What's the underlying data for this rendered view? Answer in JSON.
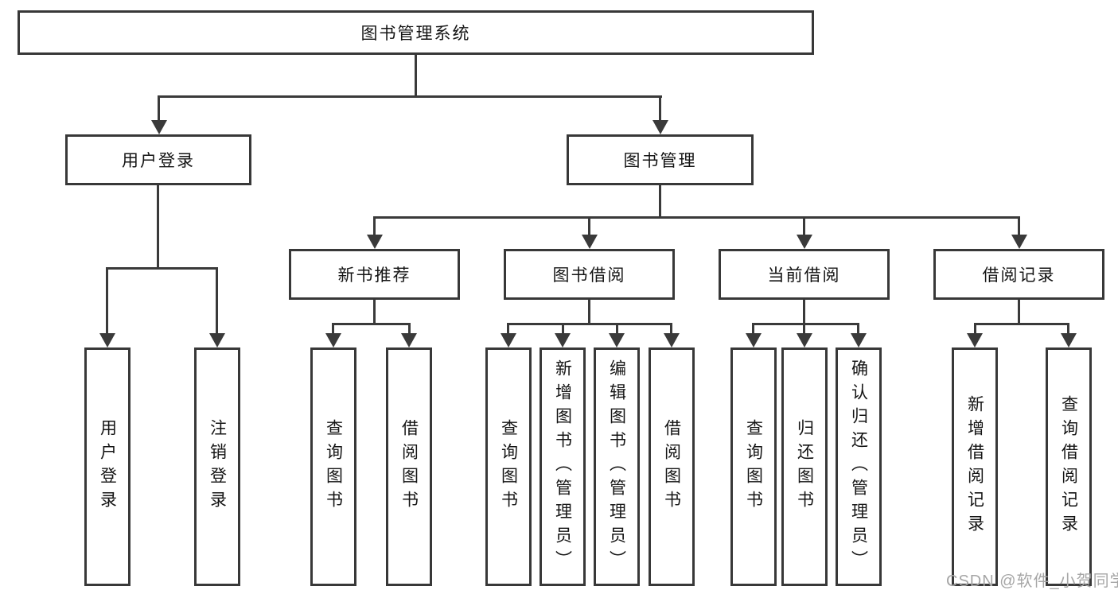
{
  "root": {
    "label": "图书管理系统"
  },
  "branches": [
    {
      "label": "用户登录"
    },
    {
      "label": "图书管理"
    }
  ],
  "groups": [
    {
      "label": "新书推荐"
    },
    {
      "label": "图书借阅"
    },
    {
      "label": "当前借阅"
    },
    {
      "label": "借阅记录"
    }
  ],
  "leaves": [
    {
      "label": "用户登录",
      "parent": "用户登录"
    },
    {
      "label": "注销登录",
      "parent": "用户登录"
    },
    {
      "label": "查询图书",
      "parent": "新书推荐"
    },
    {
      "label": "借阅图书",
      "parent": "新书推荐"
    },
    {
      "label": "查询图书",
      "parent": "图书借阅"
    },
    {
      "label": "新增图书（管理员）",
      "parent": "图书借阅"
    },
    {
      "label": "编辑图书（管理员）",
      "parent": "图书借阅"
    },
    {
      "label": "借阅图书",
      "parent": "图书借阅"
    },
    {
      "label": "查询图书",
      "parent": "当前借阅"
    },
    {
      "label": "归还图书",
      "parent": "当前借阅"
    },
    {
      "label": "确认归还（管理员）",
      "parent": "当前借阅"
    },
    {
      "label": "新增借阅记录",
      "parent": "借阅记录"
    },
    {
      "label": "查询借阅记录",
      "parent": "借阅记录"
    }
  ],
  "watermark": {
    "text": "CSDN @软件_小贺同学"
  },
  "colors": {
    "line": "#3a3a3a",
    "box_border": "#383838",
    "text": "#141414",
    "watermark": "#a6a6a6",
    "background": "#ffffff"
  }
}
